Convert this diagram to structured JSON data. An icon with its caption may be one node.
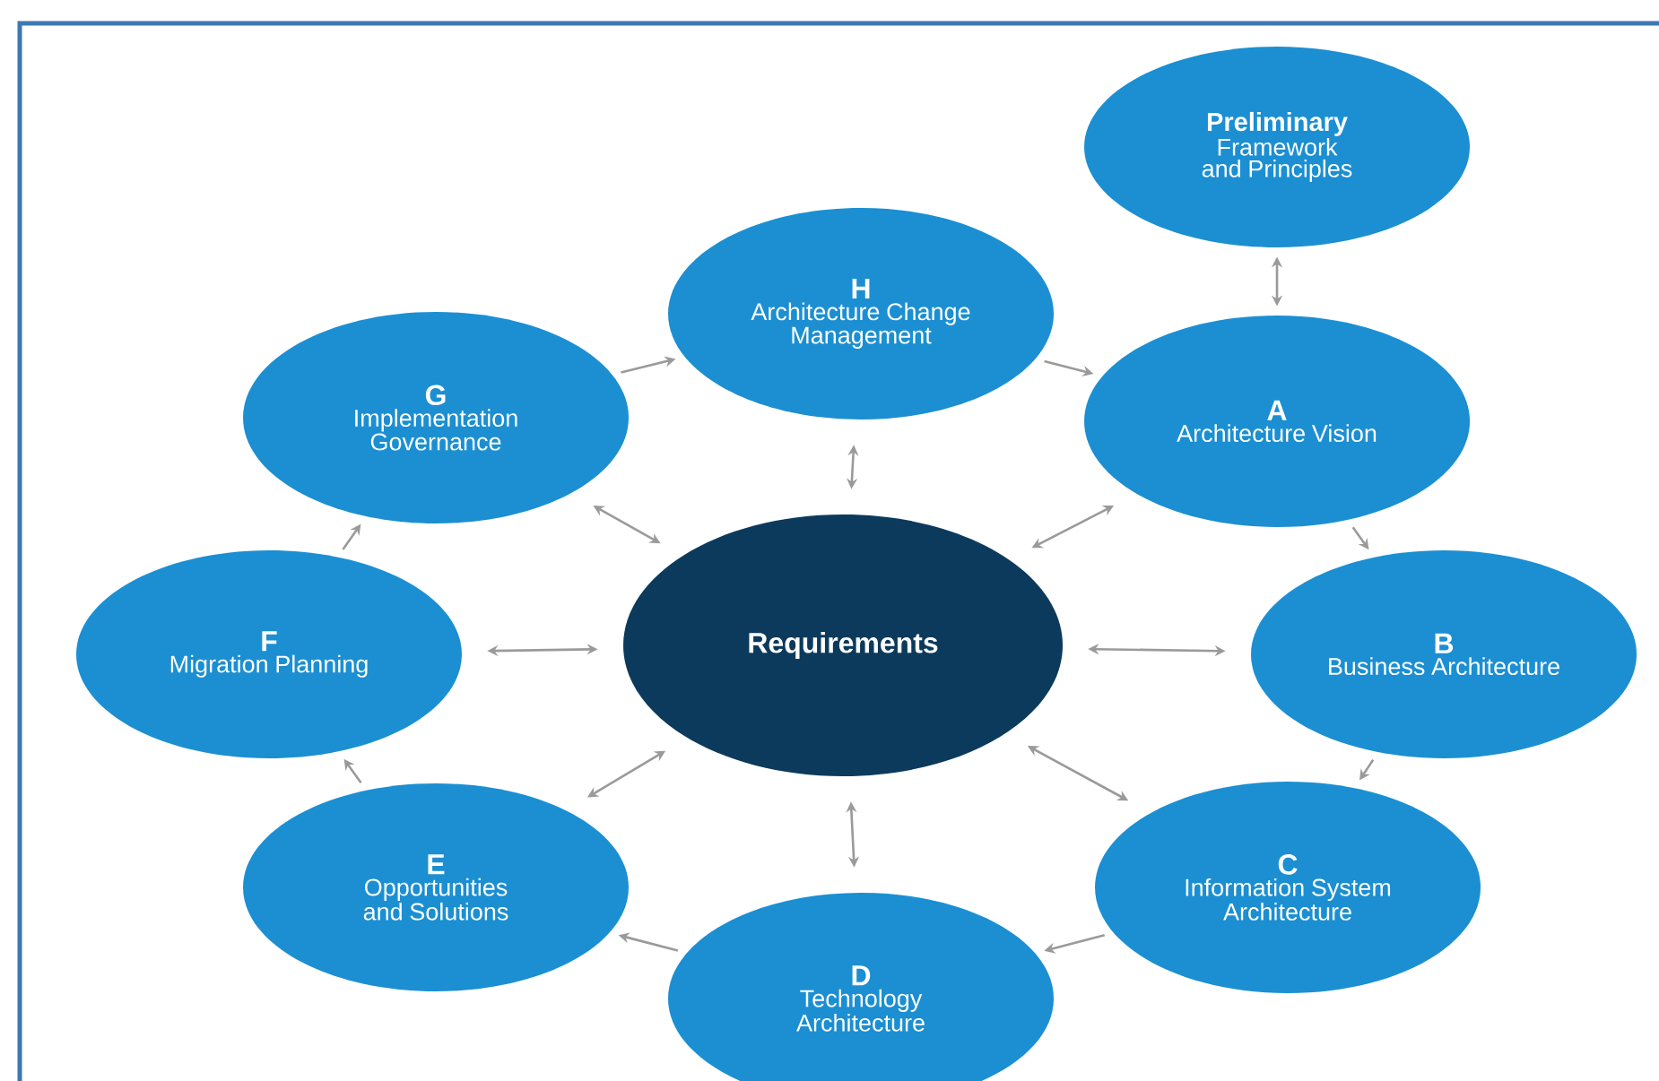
{
  "diagram": {
    "nodes": [
      {
        "text": [
          "Preliminary",
          "Framework and Principles"
        ]
      },
      {
        "text": [
          "H",
          "Architecture Change Management"
        ]
      },
      {
        "text": [
          "A",
          "Architecture Vision"
        ]
      },
      {
        "text": [
          "G",
          "Implementation Governance"
        ]
      },
      {
        "text": [
          "F",
          "Migration Planning"
        ]
      },
      {
        "text": [
          "Requirements"
        ]
      },
      {
        "text": [
          "B",
          "Business Architecture"
        ]
      },
      {
        "text": [
          "E",
          "Opportunities and Solutions"
        ]
      },
      {
        "text": [
          "C",
          "Information System Architecture"
        ]
      },
      {
        "text": [
          "D",
          "Technology Architecture"
        ]
      }
    ],
    "edges": [
      {
        "from": 0,
        "to": 2,
        "arrow": "both"
      },
      {
        "from": 1,
        "to": 2,
        "arrow": "to"
      },
      {
        "from": 2,
        "to": 6,
        "arrow": "to"
      },
      {
        "from": 6,
        "to": 8,
        "arrow": "to"
      },
      {
        "from": 8,
        "to": 9,
        "arrow": "to"
      },
      {
        "from": 9,
        "to": 7,
        "arrow": "to"
      },
      {
        "from": 7,
        "to": 4,
        "arrow": "to"
      },
      {
        "from": 4,
        "to": 3,
        "arrow": "to"
      },
      {
        "from": 3,
        "to": 1,
        "arrow": "to"
      },
      {
        "from": 5,
        "to": 1,
        "arrow": "both"
      },
      {
        "from": 5,
        "to": 2,
        "arrow": "both"
      },
      {
        "from": 5,
        "to": 6,
        "arrow": "both"
      },
      {
        "from": 5,
        "to": 8,
        "arrow": "both"
      },
      {
        "from": 5,
        "to": 9,
        "arrow": "both"
      },
      {
        "from": 5,
        "to": 7,
        "arrow": "both"
      },
      {
        "from": 5,
        "to": 4,
        "arrow": "both"
      },
      {
        "from": 5,
        "to": 3,
        "arrow": "both"
      }
    ]
  }
}
